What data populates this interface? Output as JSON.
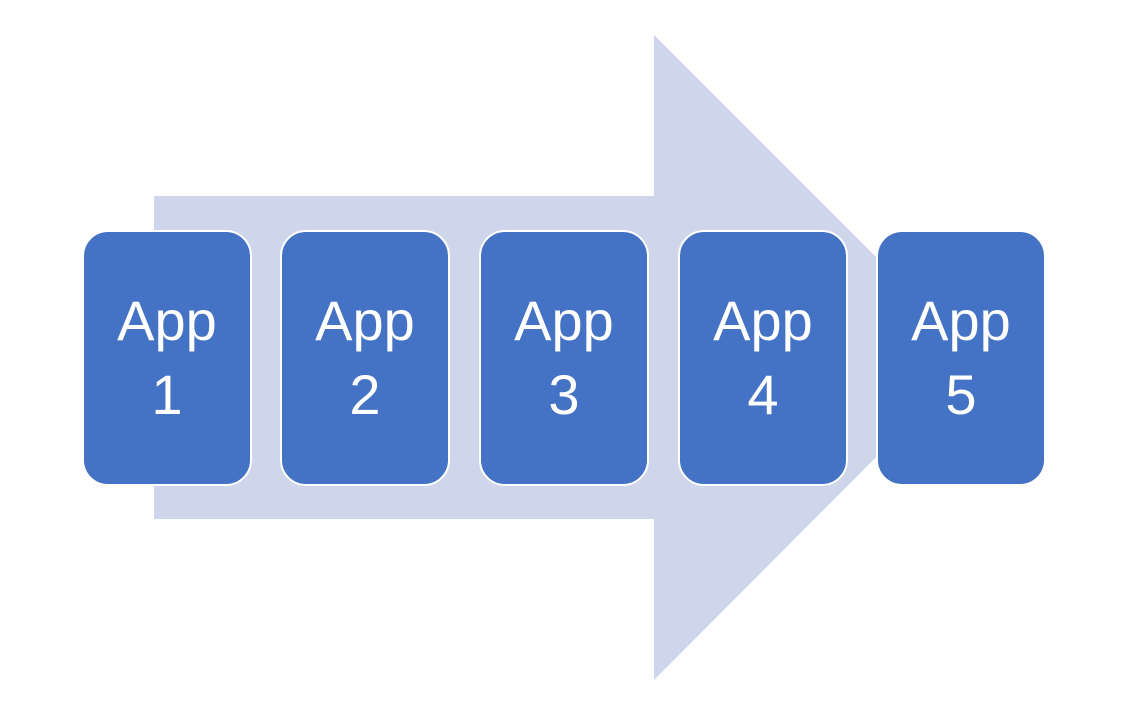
{
  "colors": {
    "arrow_fill": "#cfd5ea",
    "box_fill": "#4472c4",
    "box_border": "#ffffff",
    "label_color": "#ffffff"
  },
  "diagram": {
    "type": "process-arrow",
    "steps": [
      {
        "label": "App\n1"
      },
      {
        "label": "App\n2"
      },
      {
        "label": "App\n3"
      },
      {
        "label": "App\n4"
      },
      {
        "label": "App\n5"
      }
    ]
  }
}
